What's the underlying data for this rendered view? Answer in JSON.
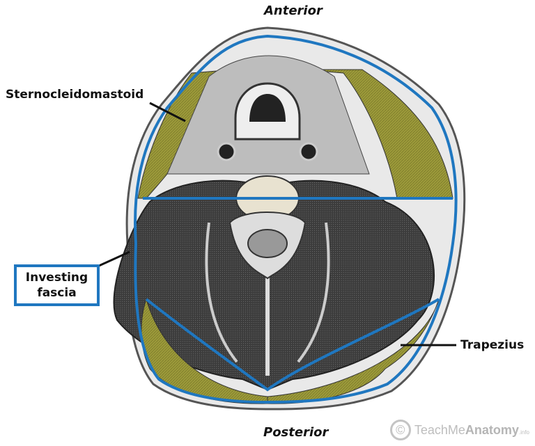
{
  "orientation": {
    "top": "Anterior",
    "bottom": "Posterior"
  },
  "labels": {
    "scm": "Sternocleidomastoid",
    "investing_line1": "Investing",
    "investing_line2": "fascia",
    "trapezius": "Trapezius"
  },
  "watermark": {
    "prefix": "TeachMe",
    "brand": "Anatomy",
    "suffix": ".info",
    "symbol": "©"
  },
  "colors": {
    "fascia": "#1f77c0",
    "muscle_highlight": "#9c9a3a",
    "muscle": "#3a3a3a",
    "tissue": "#c8c8c8"
  }
}
